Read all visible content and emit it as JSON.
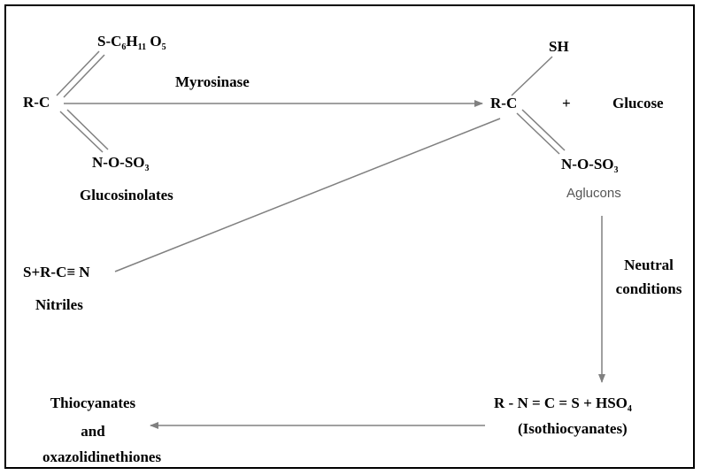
{
  "glucosinolate": {
    "sub_prefix": "S-C",
    "sub_c_index": "6",
    "sub_h": "H",
    "sub_h_index": "11",
    "sub_o": "O",
    "sub_o_index": "5",
    "rc": "R-C",
    "sulfate_prefix": "N-O-SO",
    "sulfate_index": "3",
    "name": "Glucosinolates"
  },
  "enzyme": {
    "name": "Myrosinase"
  },
  "aglucon": {
    "sh": "SH",
    "rc": "R-C",
    "plus": "+",
    "glucose": "Glucose",
    "sulfate_prefix": "N-O-SO",
    "sulfate_index": "3",
    "name": "Aglucons"
  },
  "nitrile": {
    "formula": "S+R-C≡ N",
    "name": "Nitriles"
  },
  "condition": {
    "line1": "Neutral",
    "line2": "conditions"
  },
  "isothiocyanate": {
    "formula_prefix": "R - N = C = S + HSO",
    "formula_index": "4",
    "name": "(Isothiocyanates)"
  },
  "thiocyanate": {
    "line1": "Thiocyanates",
    "line2": "and",
    "line3": "oxazolidinethiones"
  },
  "colors": {
    "line": "#808080",
    "text": "#000000",
    "label_gray": "#555555"
  }
}
